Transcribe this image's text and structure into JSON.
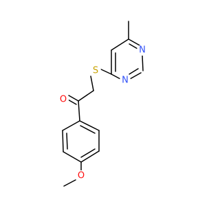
{
  "molecule": {
    "atoms": {
      "n1": {
        "label": "N",
        "color": "#3050F8"
      },
      "n2": {
        "label": "N",
        "color": "#3050F8"
      },
      "s": {
        "label": "S",
        "color": "#C8A200"
      },
      "o1": {
        "label": "O",
        "color": "#FF0D0D"
      },
      "o2": {
        "label": "O",
        "color": "#FF0D0D"
      }
    },
    "bond_color": "#000000"
  }
}
